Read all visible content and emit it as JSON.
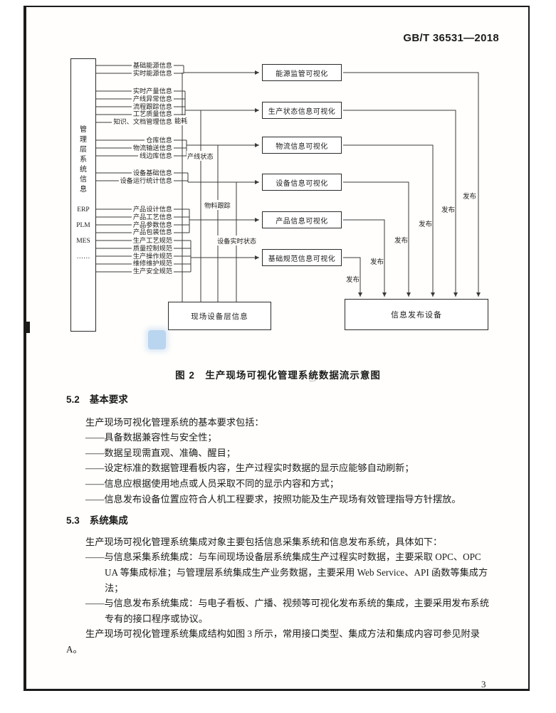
{
  "header": {
    "doc_number": "GB/T 36531—2018"
  },
  "figure": {
    "caption": "图 2　生产现场可视化管理系统数据流示意图",
    "panel": {
      "title": "管理层系统信息",
      "items": [
        "ERP",
        "PLM",
        "MES",
        "……"
      ]
    },
    "source_groups": [
      {
        "lines": [
          "基础能源信息",
          "实时能源信息"
        ]
      },
      {
        "lines": [
          "实时产量信息",
          "产线异常信息",
          "流程跟踪信息",
          "工艺质量信息",
          "知识、文档管理信息"
        ]
      },
      {
        "lines": [
          "仓库信息",
          "物流输送信息",
          "线边库信息"
        ]
      },
      {
        "lines": [
          "设备基础信息",
          "设备运行统计信息"
        ]
      },
      {
        "lines": [
          "产品设计信息",
          "产品工艺信息",
          "产品参数信息",
          "产品包装信息"
        ]
      },
      {
        "lines": [
          "生产工艺规范",
          "质量控制规范",
          "生产操作规范",
          "维修维护规范",
          "生产安全规范"
        ]
      }
    ],
    "flow_labels": [
      "能耗",
      "产线状态",
      "物料跟踪",
      "设备实时状态"
    ],
    "viz_boxes": [
      "能源监管可视化",
      "生产状态信息可视化",
      "物流信息可视化",
      "设备信息可视化",
      "产品信息可视化",
      "基础规范信息可视化"
    ],
    "field_device_box": "现场设备层信息",
    "publish_device_box": "信息发布设备",
    "publish_label": "发布"
  },
  "sections": {
    "s52": {
      "number": "5.2",
      "title": "基本要求",
      "intro": "生产现场可视化管理系统的基本要求包括：",
      "items": [
        "——具备数据兼容性与安全性；",
        "——数据呈现需直观、准确、醒目；",
        "——设定标准的数据管理看板内容，生产过程实时数据的显示应能够自动刷新；",
        "——信息应根据使用地点或人员采取不同的显示内容和方式；",
        "——信息发布设备位置应符合人机工程要求，按照功能及生产现场有效管理指导方针摆放。"
      ]
    },
    "s53": {
      "number": "5.3",
      "title": "系统集成",
      "intro": "生产现场可视化管理系统集成对象主要包括信息采集系统和信息发布系统，具体如下：",
      "items": [
        "——与信息采集系统集成：与车间现场设备层系统集成生产过程实时数据，主要采取 OPC、OPC UA 等集成标准；与管理层系统集成生产业务数据，主要采用 Web Service、API 函数等集成方法；",
        "——与信息发布系统集成：与电子看板、广播、视频等可视化发布系统的集成，主要采用发布系统专有的接口程序或协议。"
      ],
      "closing": "生产现场可视化管理系统集成结构如图 3 所示，常用接口类型、集成方法和集成内容可参见附录 A。"
    }
  },
  "icons": {
    "cursor_hand": "☝"
  },
  "colors": {
    "line": "#3a3a3a",
    "watermark_blue": "#82b2e4"
  },
  "footer": {
    "page_number": "3"
  }
}
